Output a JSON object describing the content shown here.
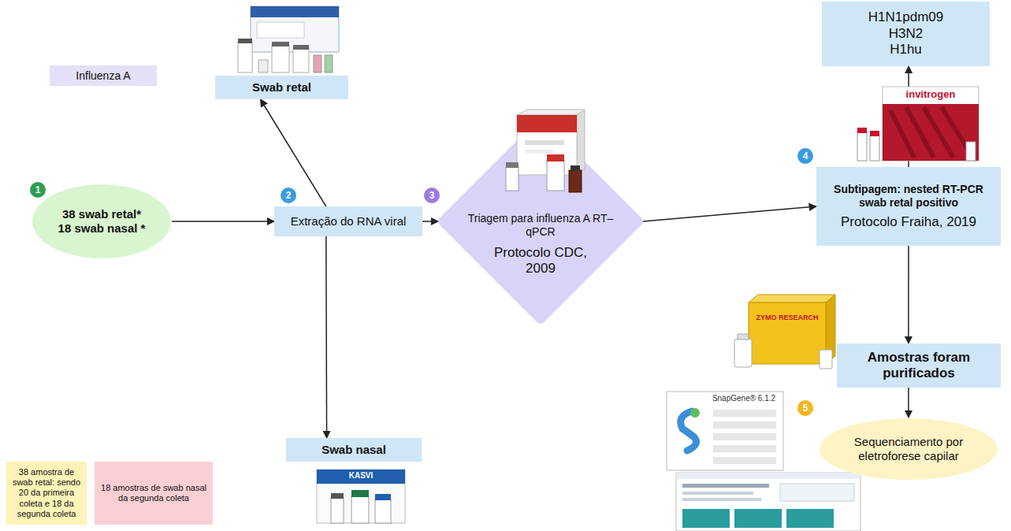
{
  "diagram": {
    "nodes": [
      {
        "text": [
          "Influenza A"
        ]
      },
      {
        "text": [
          "Swab retal"
        ]
      },
      {
        "text": [
          "H1N1pdm09 H3N2 H1hu"
        ]
      },
      {
        "text": [
          "38 swab retal* 18 swab nasal *"
        ]
      },
      {
        "text": [
          "Extração do RNA viral"
        ]
      },
      {
        "text": [
          "Triagem para influenza A RT–qPCR",
          "Protocolo CDC, 2009"
        ]
      },
      {
        "text": [
          "Subtipagem: nested RT-PCR swab retal positivo",
          "Protocolo Fraiha, 2019"
        ]
      },
      {
        "text": [
          "Amostras foram purificados"
        ]
      },
      {
        "text": [
          "Swab nasal"
        ]
      },
      {
        "text": [
          "Sequenciamento por eletroforese capilar"
        ]
      },
      {
        "text": [
          "38 amostra de swab retal: sendo 20 da primeira coleta e 18 da segunda coleta"
        ]
      },
      {
        "text": [
          "18 amostras de swab nasal da segunda coleta"
        ]
      }
    ],
    "edges": [
      {
        "from": 3,
        "to": 4,
        "arrow": "to"
      },
      {
        "from": 4,
        "to": 1,
        "arrow": "to"
      },
      {
        "from": 4,
        "to": 8,
        "arrow": "to"
      },
      {
        "from": 4,
        "to": 5,
        "arrow": "to"
      },
      {
        "from": 5,
        "to": 6,
        "arrow": "to"
      },
      {
        "from": 6,
        "to": 2,
        "arrow": "to"
      },
      {
        "from": 6,
        "to": 7,
        "arrow": "to"
      },
      {
        "from": 7,
        "to": 9,
        "arrow": "to"
      }
    ],
    "labels": [
      "1",
      "2",
      "3",
      "4",
      "5",
      "invitrogen",
      "ZYMO RESEARCH",
      "SnapGene® 6.1.2",
      "KASVI"
    ]
  }
}
